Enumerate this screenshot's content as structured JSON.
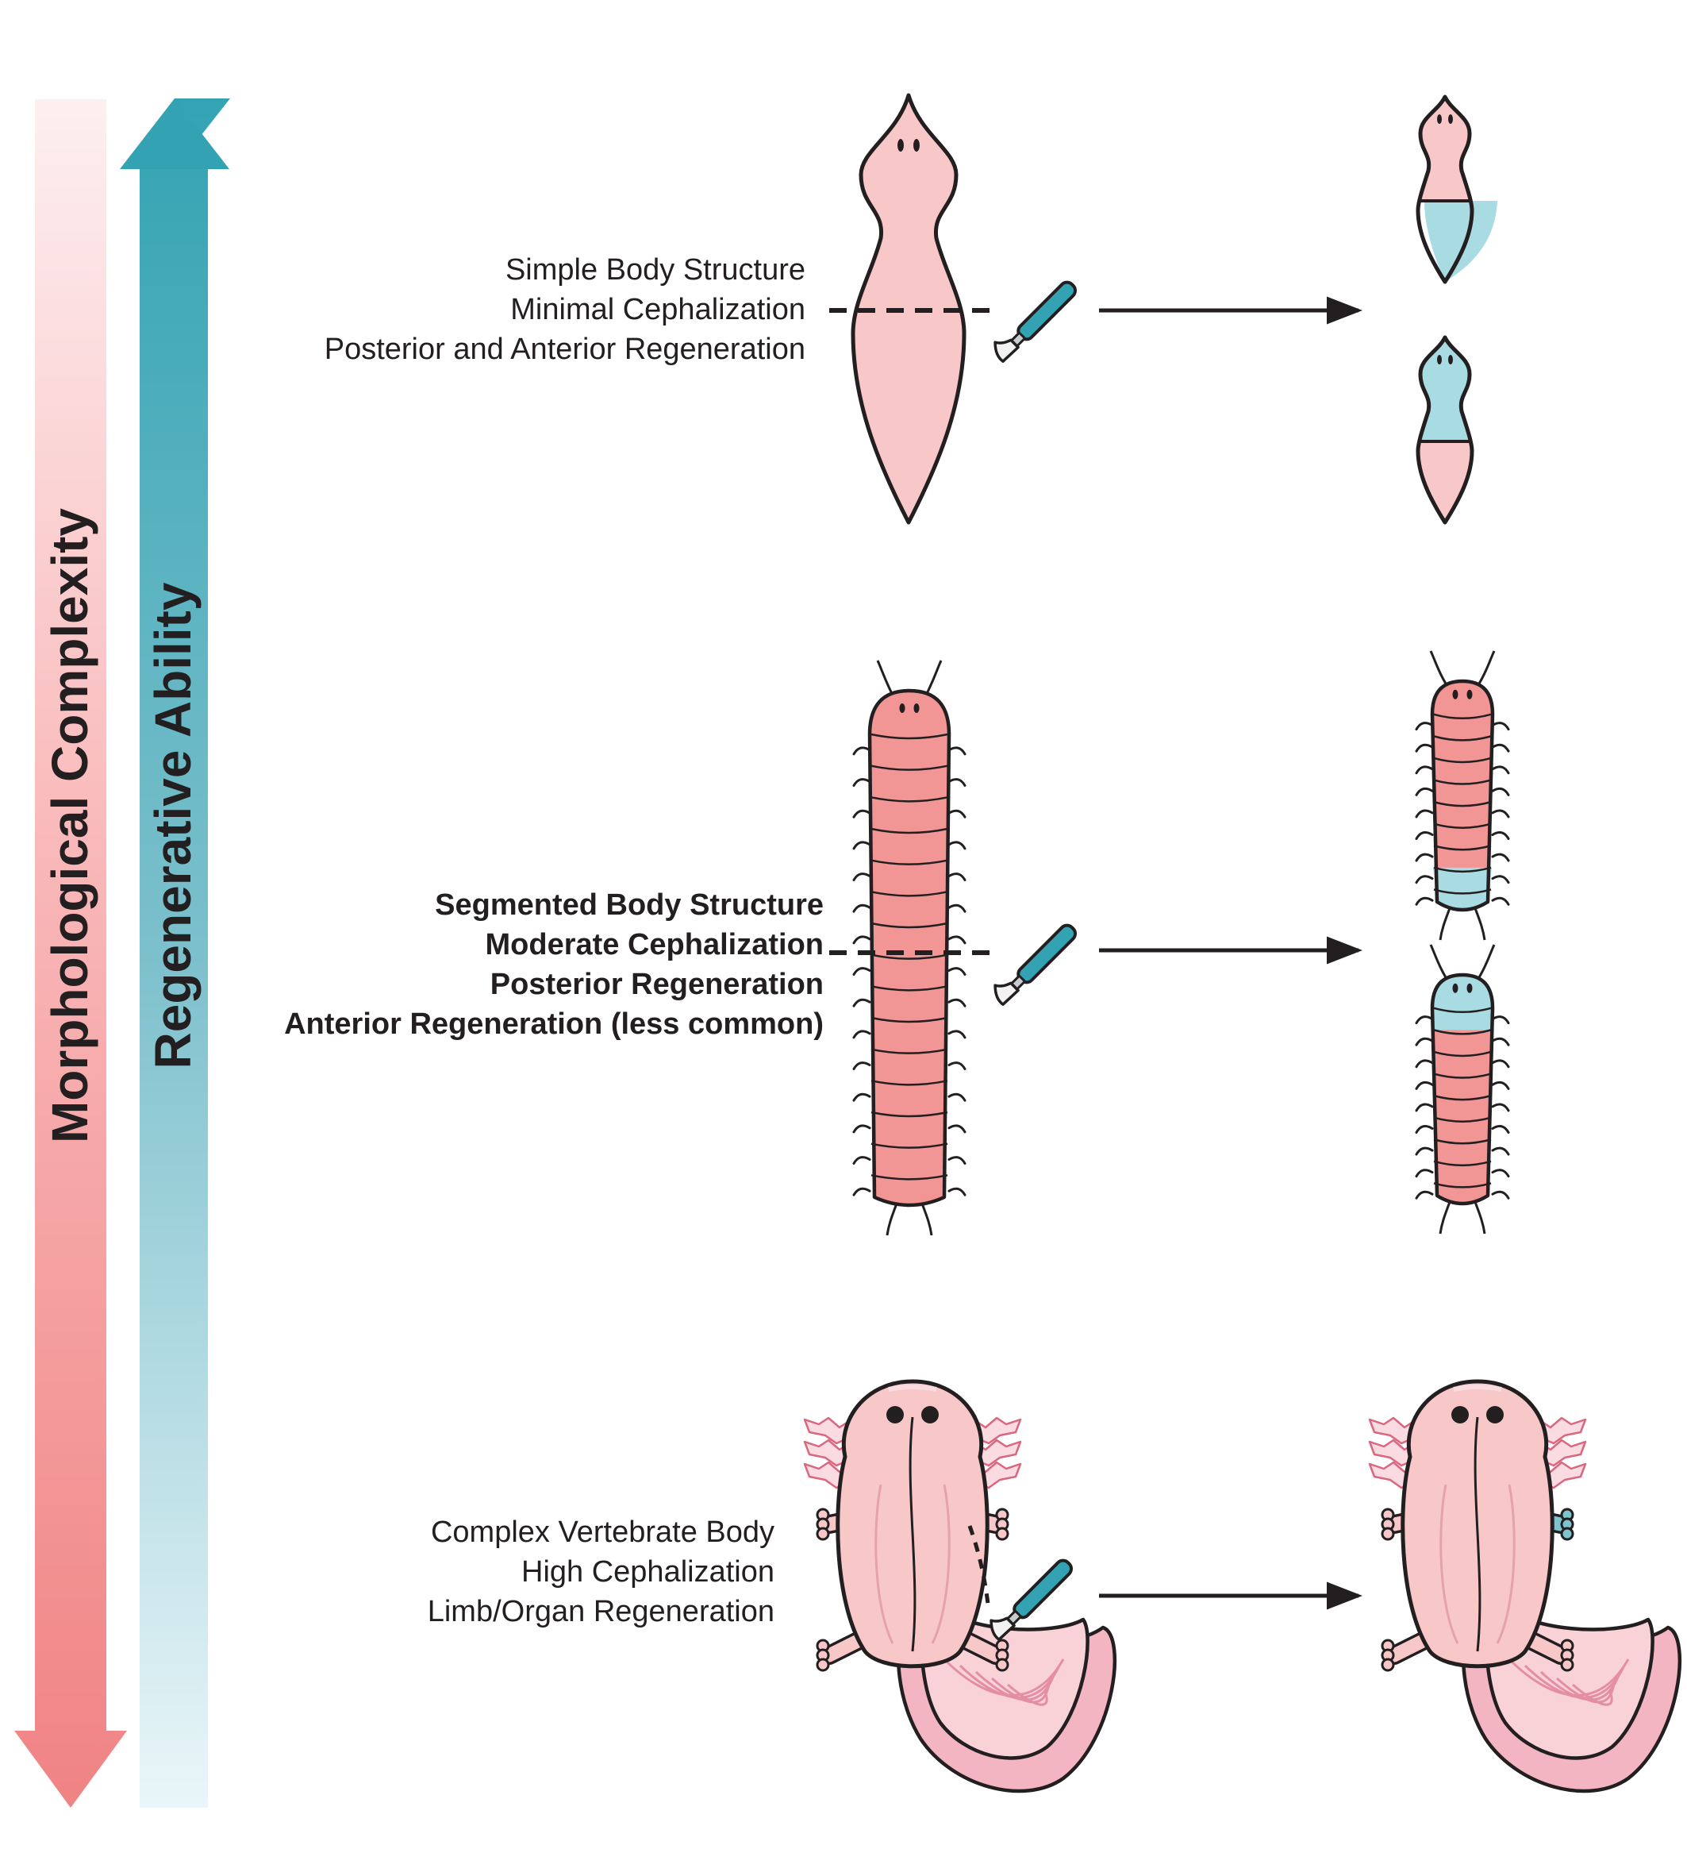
{
  "axes": {
    "left_arrow_label": "Morphological Complexity",
    "right_arrow_label": "Regenerative Ability"
  },
  "rows": [
    {
      "organism_icon": "flatworm-icon",
      "lines": [
        "Simple Body Structure",
        "Minimal Cephalization",
        "Posterior and Anterior Regeneration"
      ],
      "bold": false
    },
    {
      "organism_icon": "segmented-worm-icon",
      "lines": [
        "Segmented Body Structure",
        "Moderate Cephalization",
        "Posterior Regeneration",
        "Anterior Regeneration (less common)"
      ],
      "bold": true
    },
    {
      "organism_icon": "axolotl-icon",
      "lines": [
        "Complex Vertebrate Body",
        "High Cephalization",
        "Limb/Organ Regeneration"
      ],
      "bold": false
    }
  ],
  "tools": {
    "cut_icon": "scalpel-icon",
    "result_arrow_icon": "right-arrow-icon"
  },
  "colors": {
    "pink_body": "#f8c8c8",
    "segment_red": "#f29595",
    "regenerated_blue": "#a9dbe3",
    "arrow_pink_light": "#fdecee",
    "arrow_pink_dark": "#f08384",
    "arrow_teal_dark": "#33a3b3",
    "arrow_teal_light": "#eaf6f9",
    "outline": "#231f20"
  }
}
